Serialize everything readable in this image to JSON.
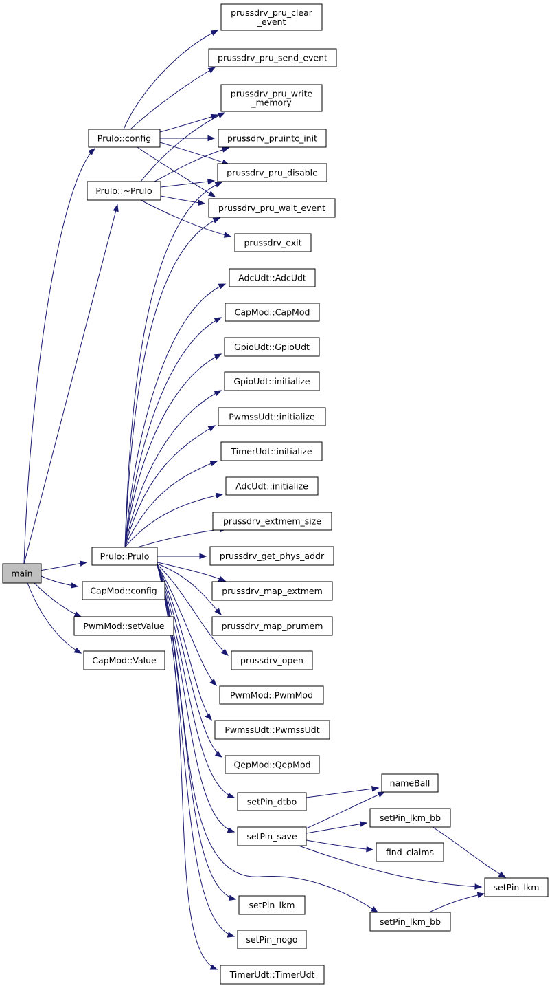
{
  "nodes": {
    "main": {
      "lines": [
        "main"
      ]
    },
    "pruio_config": {
      "lines": [
        "PruIo::config"
      ]
    },
    "pruio_dtor": {
      "lines": [
        "PruIo::~PruIo"
      ]
    },
    "pruio_ctor": {
      "lines": [
        "PruIo::PruIo"
      ]
    },
    "capmod_config": {
      "lines": [
        "CapMod::config"
      ]
    },
    "pwmmod_setvalue": {
      "lines": [
        "PwmMod::setValue"
      ]
    },
    "capmod_value": {
      "lines": [
        "CapMod::Value"
      ]
    },
    "prussdrv_pru_clear_event": {
      "lines": [
        "prussdrv_pru_clear",
        "_event"
      ]
    },
    "prussdrv_pru_send_event": {
      "lines": [
        "prussdrv_pru_send_event"
      ]
    },
    "prussdrv_pru_write_memory": {
      "lines": [
        "prussdrv_pru_write",
        "_memory"
      ]
    },
    "prussdrv_pruintc_init": {
      "lines": [
        "prussdrv_pruintc_init"
      ]
    },
    "prussdrv_pru_disable": {
      "lines": [
        "prussdrv_pru_disable"
      ]
    },
    "prussdrv_pru_wait_event": {
      "lines": [
        "prussdrv_pru_wait_event"
      ]
    },
    "prussdrv_exit": {
      "lines": [
        "prussdrv_exit"
      ]
    },
    "adcudt_adcudt": {
      "lines": [
        "AdcUdt::AdcUdt"
      ]
    },
    "capmod_capmod": {
      "lines": [
        "CapMod::CapMod"
      ]
    },
    "gpioudt_gpioudt": {
      "lines": [
        "GpioUdt::GpioUdt"
      ]
    },
    "gpioudt_initialize": {
      "lines": [
        "GpioUdt::initialize"
      ]
    },
    "pwmssudt_initialize": {
      "lines": [
        "PwmssUdt::initialize"
      ]
    },
    "timerudt_initialize": {
      "lines": [
        "TimerUdt::initialize"
      ]
    },
    "adcudt_initialize": {
      "lines": [
        "AdcUdt::initialize"
      ]
    },
    "prussdrv_extmem_size": {
      "lines": [
        "prussdrv_extmem_size"
      ]
    },
    "prussdrv_get_phys_addr": {
      "lines": [
        "prussdrv_get_phys_addr"
      ]
    },
    "prussdrv_map_extmem": {
      "lines": [
        "prussdrv_map_extmem"
      ]
    },
    "prussdrv_map_prumem": {
      "lines": [
        "prussdrv_map_prumem"
      ]
    },
    "prussdrv_open": {
      "lines": [
        "prussdrv_open"
      ]
    },
    "pwmmod_pwmmod": {
      "lines": [
        "PwmMod::PwmMod"
      ]
    },
    "pwmssudt_pwmssudt": {
      "lines": [
        "PwmssUdt::PwmssUdt"
      ]
    },
    "qepmod_qepmod": {
      "lines": [
        "QepMod::QepMod"
      ]
    },
    "setpin_dtbo": {
      "lines": [
        "setPin_dtbo"
      ]
    },
    "setpin_save": {
      "lines": [
        "setPin_save"
      ]
    },
    "setpin_lkm": {
      "lines": [
        "setPin_lkm"
      ]
    },
    "setpin_nogo": {
      "lines": [
        "setPin_nogo"
      ]
    },
    "timerudt_timerudt": {
      "lines": [
        "TimerUdt::TimerUdt"
      ]
    },
    "nameball": {
      "lines": [
        "nameBall"
      ]
    },
    "setpin_lkm_bb_a": {
      "lines": [
        "setPin_lkm_bb"
      ]
    },
    "find_claims": {
      "lines": [
        "find_claims"
      ]
    },
    "setpin_lkm_r": {
      "lines": [
        "setPin_lkm"
      ]
    },
    "setpin_lkm_bb_b": {
      "lines": [
        "setPin_lkm_bb"
      ]
    }
  },
  "edge_color": "#191970",
  "root_fill": "#bfbfbf"
}
